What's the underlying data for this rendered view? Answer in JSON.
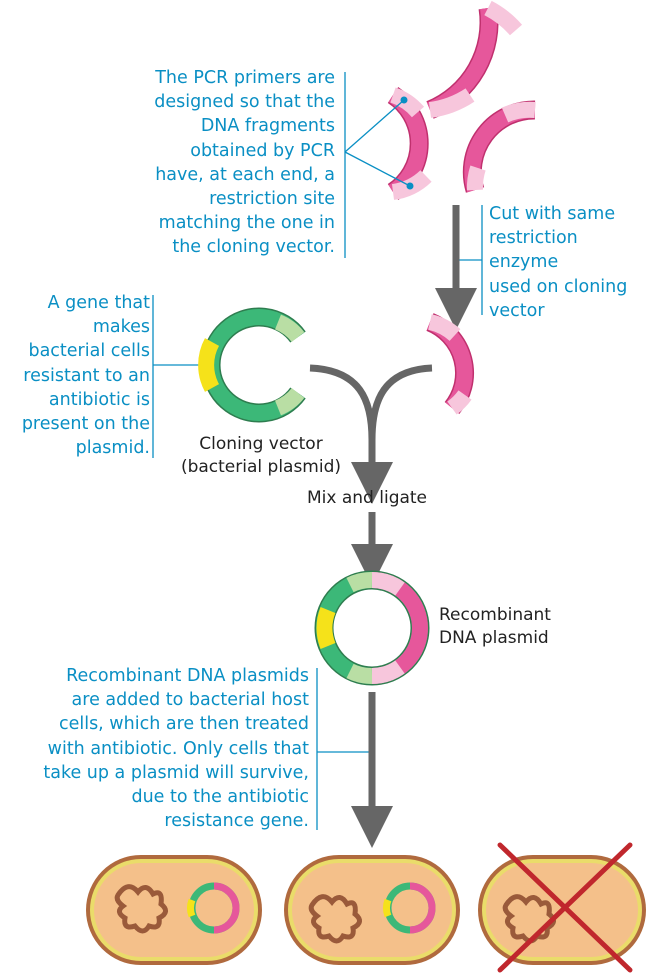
{
  "annotations": {
    "pcr_primers": "The PCR primers are\ndesigned so that the\nDNA fragments\nobtained by PCR\nhave, at each end, a\nrestriction site\nmatching the one in\nthe cloning vector.",
    "cut_enzyme": "Cut with same\nrestriction\nenzyme\nused on cloning\nvector",
    "resistance_gene": "A gene that\nmakes\nbacterial cells\nresistant to an\nantibiotic is\npresent on the\nplasmid.",
    "host_cells": "Recombinant DNA plasmids\nare added to bacterial host\ncells, which are then treated\nwith antibiotic. Only cells that\ntake up a plasmid will survive,\ndue to the antibiotic\nresistance gene."
  },
  "labels": {
    "cloning_vector": "Cloning vector\n(bacterial plasmid)",
    "mix_ligate": "Mix and ligate",
    "recombinant": "Recombinant\nDNA plasmid"
  },
  "colors": {
    "annotation": "#0a8fc4",
    "arrow": "#666666",
    "dna_pink": "#e6579b",
    "dna_light_pink": "#f7c6dc",
    "plasmid_green": "#3cb878",
    "plasmid_light_green": "#b9dea4",
    "resistance_yellow": "#f5e21a",
    "cell_fill": "#f4c08a",
    "cell_outline": "#b06a3e",
    "cell_membrane": "#eadc6a",
    "chromosome": "#9a5a3a",
    "cross": "#c0272d"
  }
}
